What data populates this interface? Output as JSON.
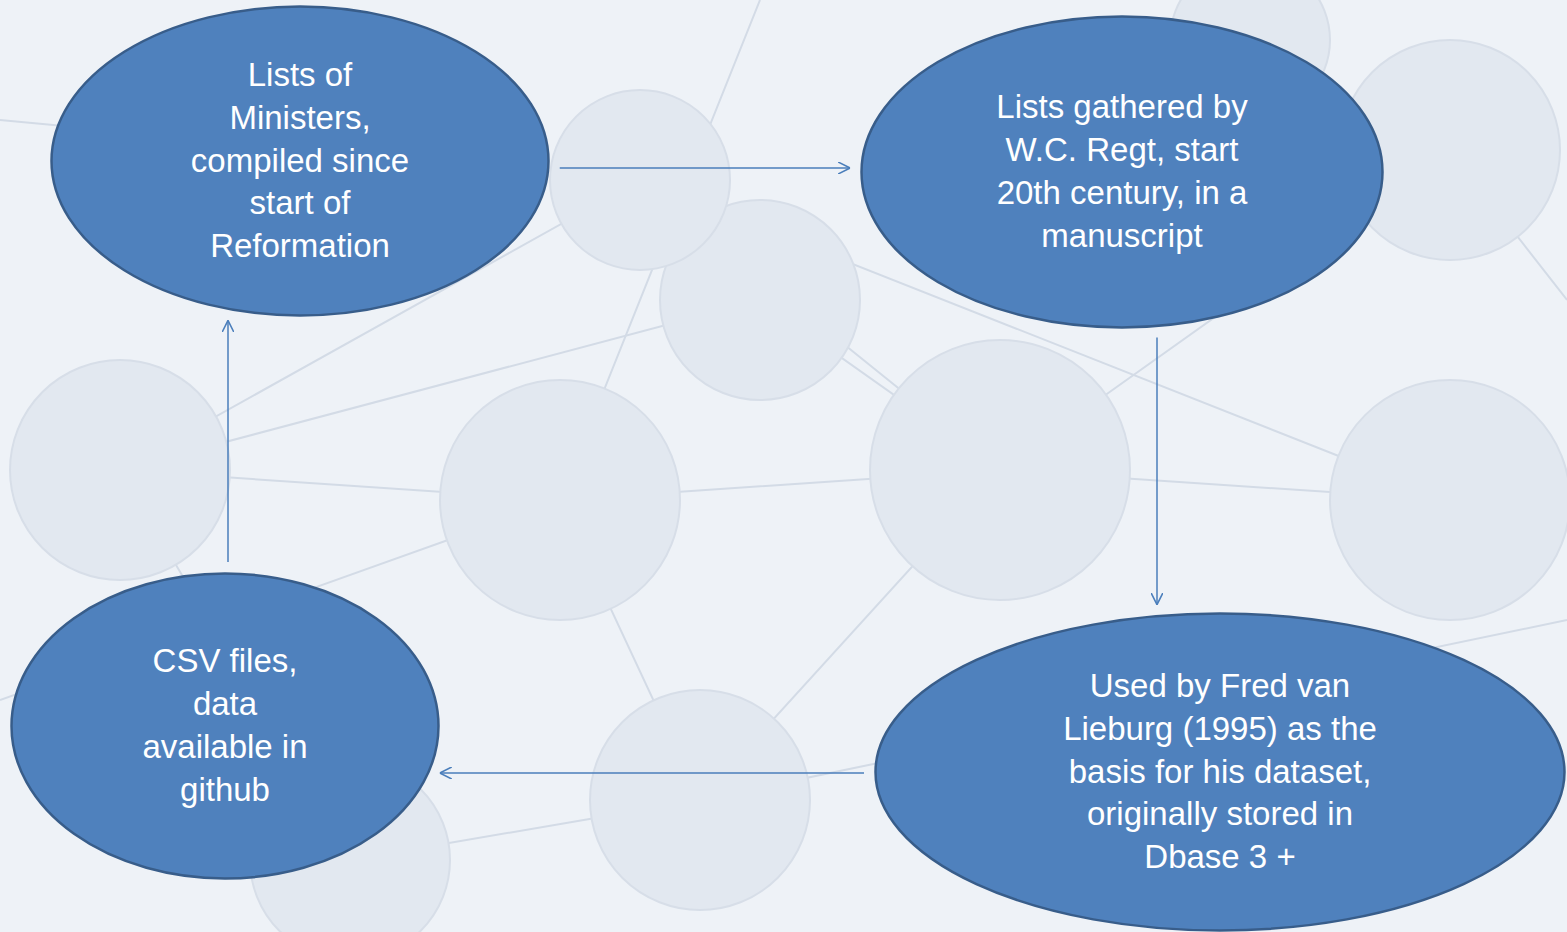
{
  "diagram": {
    "nodes": [
      {
        "text": [
          "Lists of Ministers, compiled since start of Reformation"
        ]
      },
      {
        "text": [
          "Lists gathered by W.C. Regt, start 20th century, in a manuscript"
        ]
      },
      {
        "text": [
          "Used by Fred van Lieburg (1995) as the basis for his dataset, originally stored in Dbase 3 +"
        ]
      },
      {
        "text": [
          "CSV files, data available in github"
        ]
      }
    ],
    "edges": [
      {
        "from": 0,
        "to": 1,
        "arrow": "to"
      },
      {
        "from": 1,
        "to": 2,
        "arrow": "to"
      },
      {
        "from": 2,
        "to": 3,
        "arrow": "to"
      },
      {
        "from": 3,
        "to": 0,
        "arrow": "to"
      }
    ]
  }
}
